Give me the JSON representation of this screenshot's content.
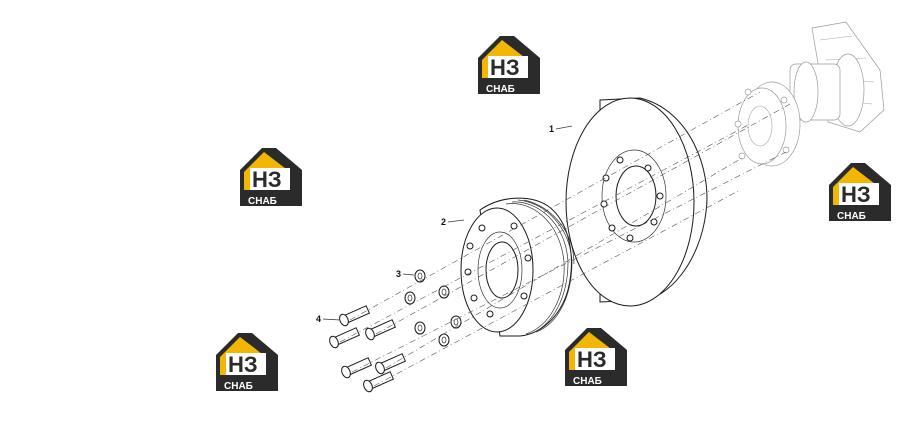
{
  "watermark": {
    "letters": "НЗ",
    "caption": "СНАБ",
    "colors": {
      "yellow": "#f2b705",
      "dark": "#2b2b2b",
      "white": "#ffffff"
    }
  },
  "callouts": [
    "1",
    "2",
    "3",
    "4"
  ]
}
